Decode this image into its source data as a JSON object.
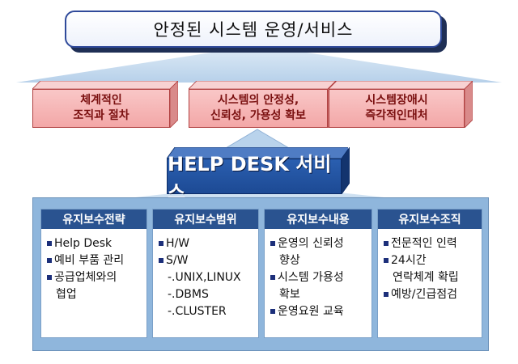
{
  "banner": {
    "title": "안정된  시스템 운영/서비스"
  },
  "goals": [
    {
      "line1": "체계적인",
      "line2": "조직과 절차"
    },
    {
      "line1": "시스템의 안정성,",
      "line2": "신뢰성, 가용성 확보"
    },
    {
      "line1": "시스템장애시",
      "line2": "즉각적인대처"
    }
  ],
  "helpdesk": {
    "title": "HELP DESK 서비스"
  },
  "columns": [
    {
      "header": "유지보수전략",
      "items": [
        {
          "text": "Help Desk",
          "bullet": true
        },
        {
          "text": "예비 부품 관리",
          "bullet": true
        },
        {
          "text": "공급업체와의",
          "bullet": true
        },
        {
          "text": "협업",
          "bullet": false
        }
      ]
    },
    {
      "header": "유지보수범위",
      "items": [
        {
          "text": "H/W",
          "bullet": true
        },
        {
          "text": "S/W",
          "bullet": true
        },
        {
          "text": "-.UNIX,LINUX",
          "bullet": false
        },
        {
          "text": "-.DBMS",
          "bullet": false
        },
        {
          "text": "-.CLUSTER",
          "bullet": false
        }
      ]
    },
    {
      "header": "유지보수내용",
      "items": [
        {
          "text": "운영의 신뢰성",
          "bullet": true
        },
        {
          "text": "향상",
          "bullet": false
        },
        {
          "text": "시스템 가용성",
          "bullet": true
        },
        {
          "text": "확보",
          "bullet": false
        },
        {
          "text": "운영요원 교육",
          "bullet": true
        }
      ]
    },
    {
      "header": "유지보수조직",
      "items": [
        {
          "text": "전문적인 인력",
          "bullet": true
        },
        {
          "text": "24시간",
          "bullet": true
        },
        {
          "text": "연락체계 확립",
          "bullet": false
        },
        {
          "text": "예방/긴급점검",
          "bullet": true
        }
      ]
    }
  ],
  "colors": {
    "red_face": "#f3a7a7",
    "red_text": "#7a1010",
    "navy": "#1d4a94",
    "panel": "#8fb6dc",
    "head": "#2a5390"
  }
}
